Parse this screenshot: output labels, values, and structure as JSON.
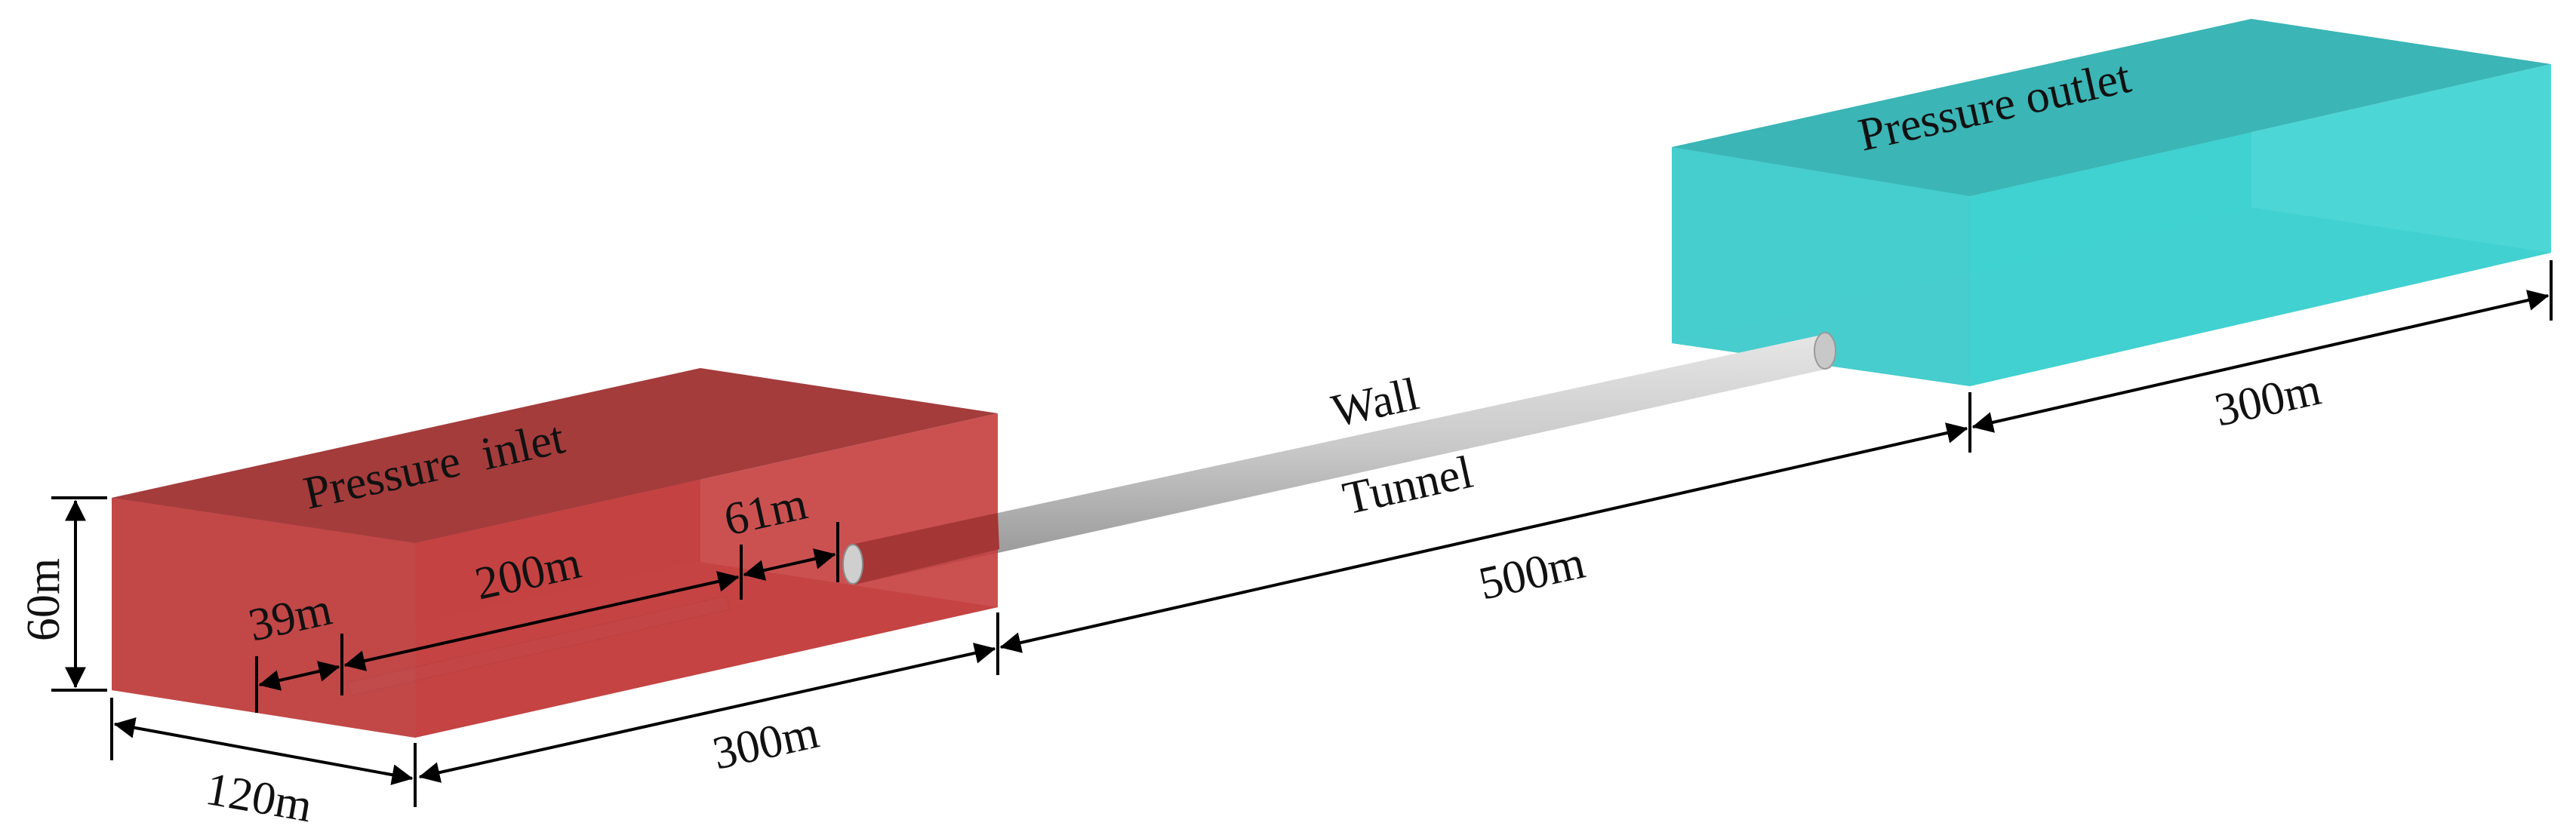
{
  "labels": {
    "inlet": "Pressure  inlet",
    "outlet": "Pressure outlet",
    "wall": "Wall",
    "tunnel": "Tunnel"
  },
  "dimensions": {
    "height": "60m",
    "inlet_width": "120m",
    "inlet_length": "300m",
    "tunnel_length": "500m",
    "outlet_length": "300m",
    "offset_39": "39m",
    "train_200": "200m",
    "gap_61": "61m"
  },
  "colors": {
    "inlet_box": "#c83c3c",
    "outlet_box": "#3cc8c8",
    "tunnel": "#c4c4c4",
    "arrows": "#000000"
  }
}
